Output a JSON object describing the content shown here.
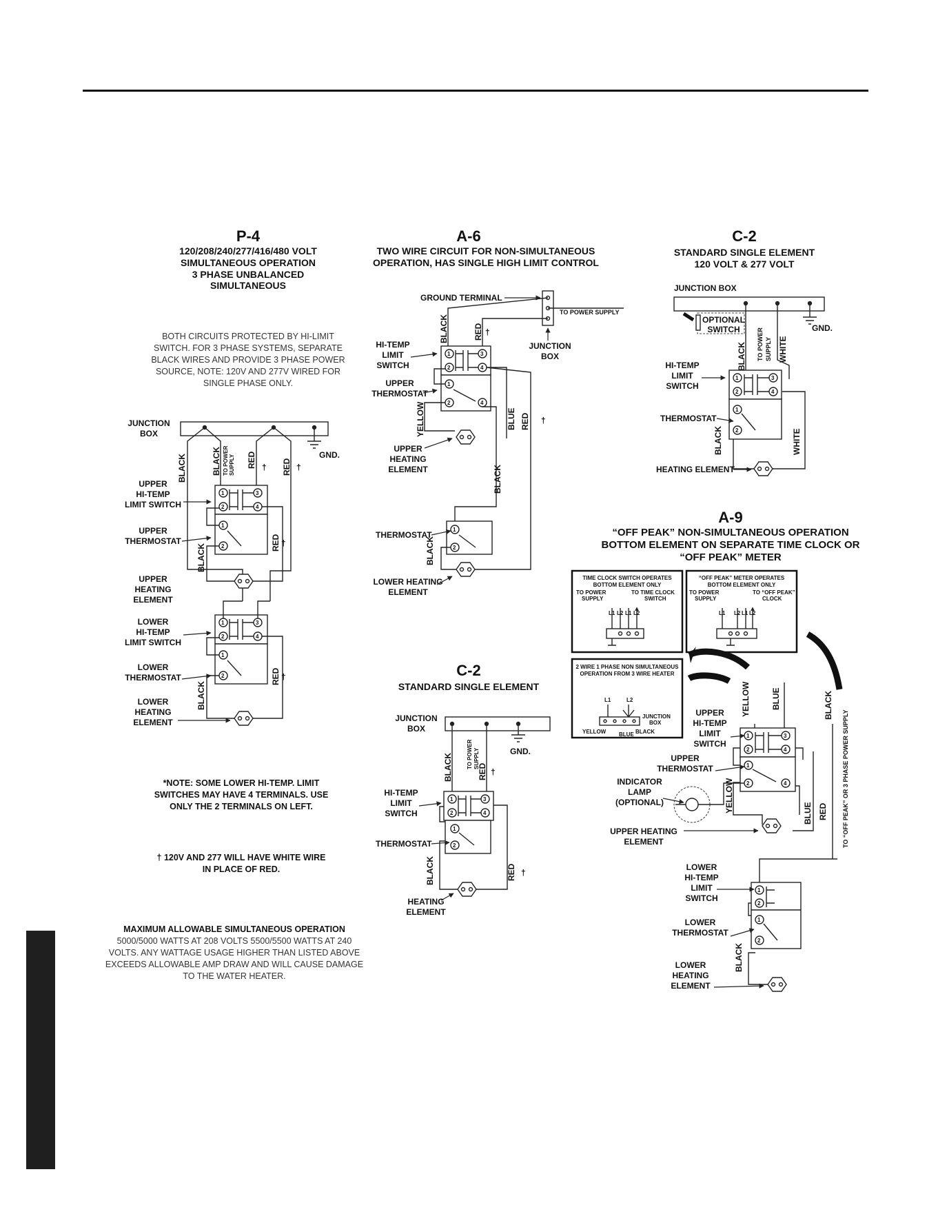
{
  "headings": {
    "p4": {
      "code": "P-4",
      "lines": [
        "120/208/240/277/416/480 VOLT",
        "SIMULTANEOUS OPERATION",
        "3 PHASE UNBALANCED",
        "SIMULTANEOUS"
      ]
    },
    "a6": {
      "code": "A-6",
      "lines": [
        "TWO WIRE CIRCUIT FOR NON-SIMULTANEOUS",
        "OPERATION, HAS SINGLE HIGH LIMIT CONTROL"
      ]
    },
    "c2_top": {
      "code": "C-2",
      "lines": [
        "STANDARD SINGLE ELEMENT",
        "120 VOLT & 277 VOLT"
      ]
    },
    "a9": {
      "code": "A-9",
      "lines": [
        "“OFF PEAK” NON-SIMULTANEOUS OPERATION",
        "BOTTOM ELEMENT ON SEPARATE TIME CLOCK OR",
        "“OFF PEAK” METER"
      ]
    },
    "c2_bottom": {
      "code": "C-2",
      "lines": [
        "STANDARD SINGLE ELEMENT"
      ]
    }
  },
  "notes": {
    "p4_protection": [
      "BOTH CIRCUITS PROTECTED BY HI-LIMIT",
      "SWITCH. FOR 3 PHASE SYSTEMS, SEPARATE",
      "BLACK WIRES AND PROVIDE 3 PHASE POWER",
      "SOURCE, NOTE: 120V AND 277V WIRED FOR",
      "SINGLE PHASE ONLY."
    ],
    "lower_limit": [
      "*NOTE: SOME LOWER HI-TEMP. LIMIT",
      "SWITCHES MAY HAVE 4 TERMINALS. USE",
      "ONLY THE 2 TERMINALS ON LEFT."
    ],
    "white_wire": [
      "† 120V AND 277 WILL HAVE WHITE WIRE",
      "IN PLACE OF RED."
    ],
    "max_title": "MAXIMUM  ALLOWABLE SIMULTANEOUS OPERATION",
    "max_body": [
      "5000/5000 WATTS AT 208 VOLTS 5500/5500 WATTS AT 240",
      "VOLTS. ANY WATTAGE USAGE HIGHER THAN LISTED ABOVE",
      "EXCEEDS ALLOWABLE AMP DRAW AND WILL CAUSE DAMAGE",
      "TO THE WATER HEATER."
    ]
  },
  "labels": {
    "junction_box_2l": [
      "JUNCTION",
      "BOX"
    ],
    "junction_box": "JUNCTION BOX",
    "gnd": "GND.",
    "black": "BLACK",
    "red": "RED",
    "white": "WHITE",
    "yellow": "YELLOW",
    "blue": "BLUE",
    "dagger": "†",
    "to_power_supply_2l": [
      "TO POWER",
      "SUPPLY"
    ],
    "to_power_supply": "TO POWER SUPPLY",
    "upper_hi_temp_limit_switch": [
      "UPPER",
      "HI-TEMP",
      "LIMIT SWITCH"
    ],
    "upper_thermostat": [
      "UPPER",
      "THERMOSTAT"
    ],
    "upper_heating_element": [
      "UPPER",
      "HEATING",
      "ELEMENT"
    ],
    "lower_hi_temp_limit_switch": [
      "LOWER",
      "HI-TEMP",
      "LIMIT SWITCH"
    ],
    "lower_thermostat": [
      "LOWER",
      "THERMOSTAT"
    ],
    "lower_heating_element": [
      "LOWER",
      "HEATING",
      "ELEMENT"
    ],
    "ground_terminal": "GROUND TERMINAL",
    "hi_temp_limit_switch": [
      "HI-TEMP",
      "LIMIT",
      "SWITCH"
    ],
    "upper_thermostat_a6": [
      "UPPER",
      "THERMOSTAT"
    ],
    "thermostat": "THERMOSTAT",
    "lower_heating_element_2l": [
      "LOWER HEATING",
      "ELEMENT"
    ],
    "heating_element": "HEATING ELEMENT",
    "heating_element_2l": [
      "HEATING",
      "ELEMENT"
    ],
    "optional_switch": [
      "OPTIONAL",
      "SWITCH"
    ],
    "a9_upper_hi_temp": [
      "UPPER",
      "HI-TEMP",
      "LIMIT",
      "SWITCH"
    ],
    "a9_upper_thermostat": [
      "UPPER",
      "THERMOSTAT"
    ],
    "indicator_lamp": [
      "INDICATOR",
      "LAMP",
      "(OPTIONAL)"
    ],
    "upper_heating_element_2l": [
      "UPPER HEATING",
      "ELEMENT"
    ],
    "a9_lower_hi_temp": [
      "LOWER",
      "HI-TEMP",
      "LIMIT",
      "SWITCH"
    ],
    "a9_lower_thermostat": [
      "LOWER",
      "THERMOSTAT"
    ],
    "a9_lower_heating": [
      "LOWER",
      "HEATING",
      "ELEMENT"
    ],
    "to_off_peak": "TO “OFF PEAK” OR 3 PHASE POWER SUPPLY",
    "terminals": [
      "1",
      "2",
      "3",
      "4"
    ],
    "inset_time_clock": [
      "TIME CLOCK SWITCH OPERATES",
      "BOTTOM ELEMENT ONLY"
    ],
    "inset_to_power_supply": [
      "TO POWER",
      "SUPPLY"
    ],
    "inset_to_time_clock": [
      "TO TIME CLOCK",
      "SWITCH"
    ],
    "inset_off_peak_meter": [
      "“OFF PEAK” METER OPERATES",
      "BOTTOM ELEMENT ONLY"
    ],
    "inset_to_off_peak_clock": [
      "TO “OFF PEAK”",
      "CLOCK"
    ],
    "inset_two_wire": [
      "2 WIRE 1 PHASE NON SIMULTANEOUS",
      "OPERATION FROM 3 WIRE HEATER"
    ],
    "inset_line_labels": [
      "L1",
      "L2"
    ],
    "inset_junction_box": [
      "JUNCTION",
      "BOX"
    ],
    "inset_wire_labels": [
      "YELLOW",
      "BLUE",
      "BLACK"
    ],
    "inset_l_labels": [
      "L1",
      "L2",
      "L1",
      "L2"
    ]
  }
}
